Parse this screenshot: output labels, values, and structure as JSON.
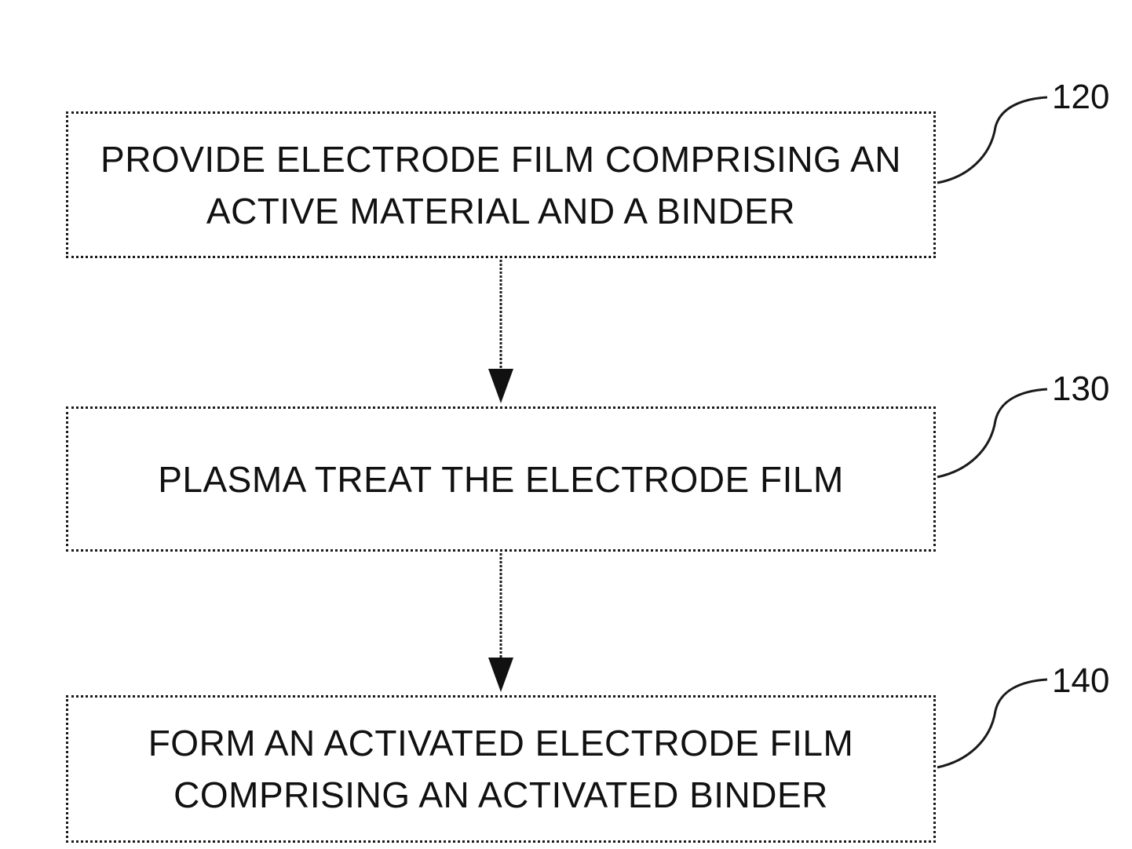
{
  "steps": [
    {
      "ref": "120",
      "lines": [
        "PROVIDE ELECTRODE FILM COMPRISING AN",
        "ACTIVE MATERIAL AND A BINDER"
      ]
    },
    {
      "ref": "130",
      "lines": [
        "PLASMA TREAT THE ELECTRODE FILM"
      ]
    },
    {
      "ref": "140",
      "lines": [
        "FORM AN ACTIVATED ELECTRODE FILM",
        "COMPRISING AN ACTIVATED BINDER"
      ]
    }
  ],
  "colors": {
    "stroke": "#1a1a1a",
    "background": "#ffffff"
  }
}
